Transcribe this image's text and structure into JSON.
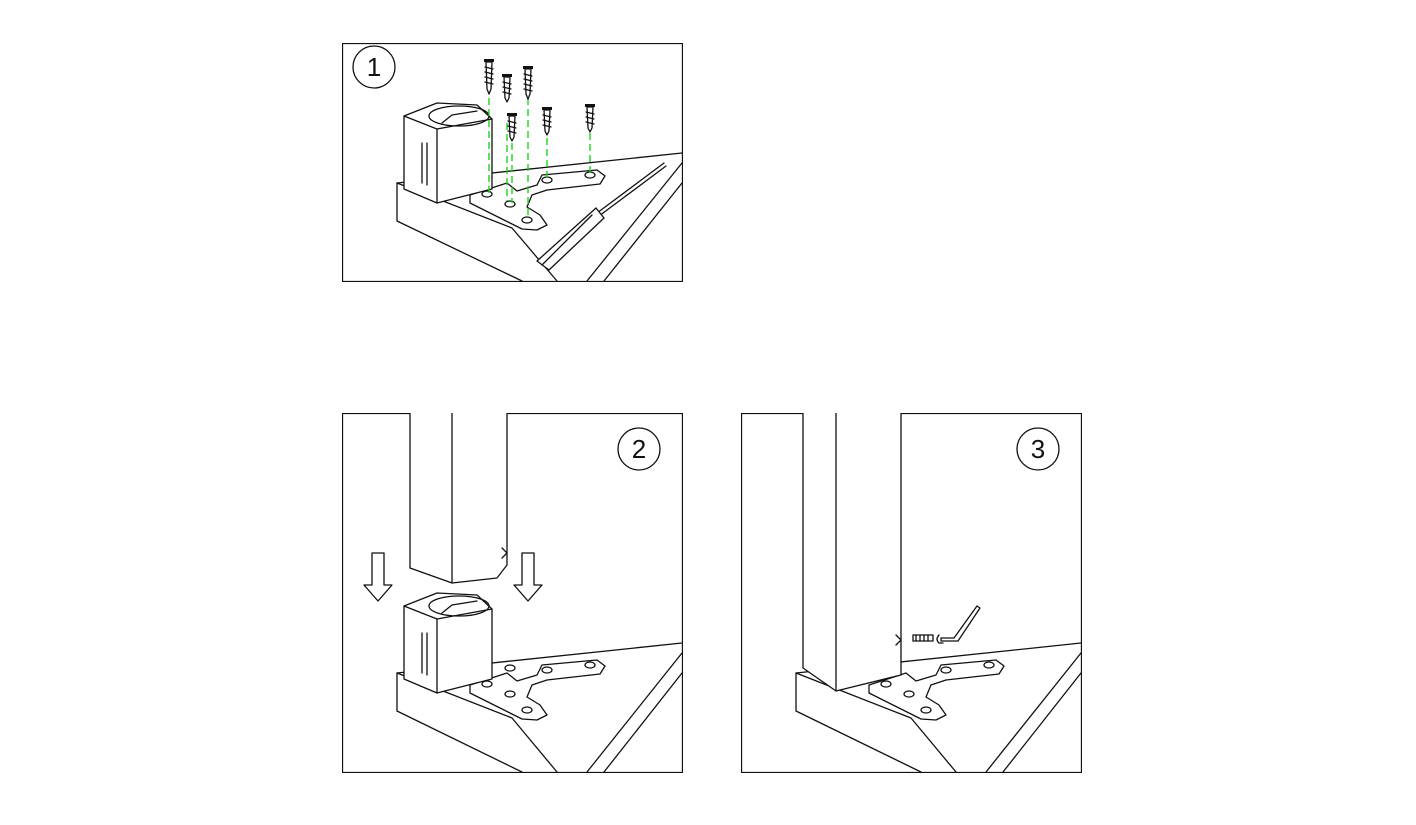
{
  "steps": [
    {
      "number": "1"
    },
    {
      "number": "2"
    },
    {
      "number": "3"
    }
  ],
  "colors": {
    "line": "#111111",
    "guide": "#1fd21f",
    "background": "#ffffff"
  },
  "icons": {
    "screw": "screw-icon",
    "screwdriver": "screwdriver-icon",
    "arrow": "arrow-down-icon",
    "allen_key": "allen-key-icon",
    "grub_screw": "grub-screw-icon"
  }
}
